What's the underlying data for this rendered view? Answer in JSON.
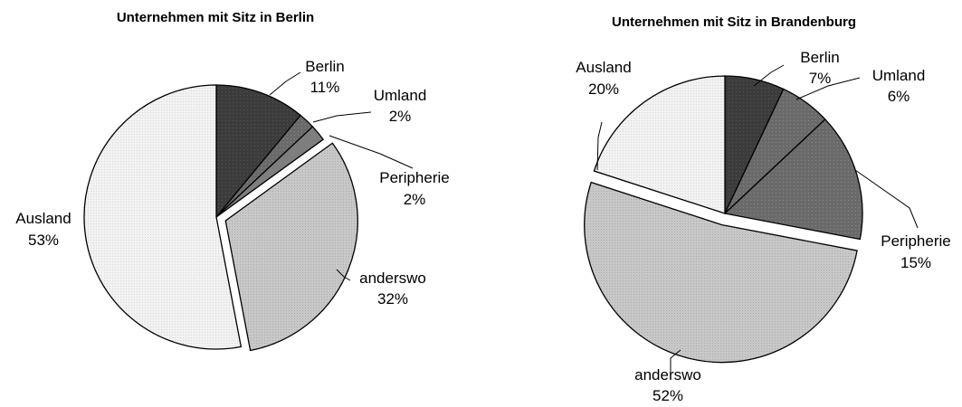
{
  "chart_data": [
    {
      "type": "pie",
      "title": "Unternehmen mit Sitz in Berlin",
      "slices": [
        {
          "label": "Berlin",
          "value": 11,
          "value_label": "11%",
          "color": "#3a3a3a"
        },
        {
          "label": "Umland",
          "value": 2,
          "value_label": "2%",
          "color": "#5a5a5a"
        },
        {
          "label": "Peripherie",
          "value": 2,
          "value_label": "2%",
          "color": "#7e7e7e"
        },
        {
          "label": "anderswo",
          "value": 32,
          "value_label": "32%",
          "color": "#c4c4c4"
        },
        {
          "label": "Ausland",
          "value": 53,
          "value_label": "53%",
          "color": "#efefef"
        }
      ]
    },
    {
      "type": "pie",
      "title": "Unternehmen mit Sitz in Brandenburg",
      "slices": [
        {
          "label": "Berlin",
          "value": 7,
          "value_label": "7%",
          "color": "#3a3a3a"
        },
        {
          "label": "Umland",
          "value": 6,
          "value_label": "6%",
          "color": "#5a5a5a"
        },
        {
          "label": "Peripherie",
          "value": 15,
          "value_label": "15%",
          "color": "#8c8c8c"
        },
        {
          "label": "anderswo",
          "value": 52,
          "value_label": "52%",
          "color": "#c4c4c4"
        },
        {
          "label": "Ausland",
          "value": 20,
          "value_label": "20%",
          "color": "#efefef"
        }
      ]
    }
  ]
}
